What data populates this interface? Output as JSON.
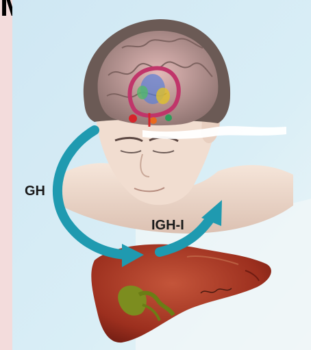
{
  "corner_text": "M'",
  "labels": {
    "gh": "GH",
    "igh": "IGH-I"
  },
  "icons": [
    "brain-icon",
    "head-icon",
    "liver-icon",
    "gallbladder-icon",
    "arrow-icon"
  ],
  "colors": {
    "background": "#cfe6f2",
    "frame": "#f6dede",
    "skin": "#f1ddd0",
    "hair": "#6b5a55",
    "brain": "#caa6a2",
    "arrow": "#1f9ab0",
    "liver": "#a53a25",
    "gallbladder": "#7c8d1f"
  }
}
